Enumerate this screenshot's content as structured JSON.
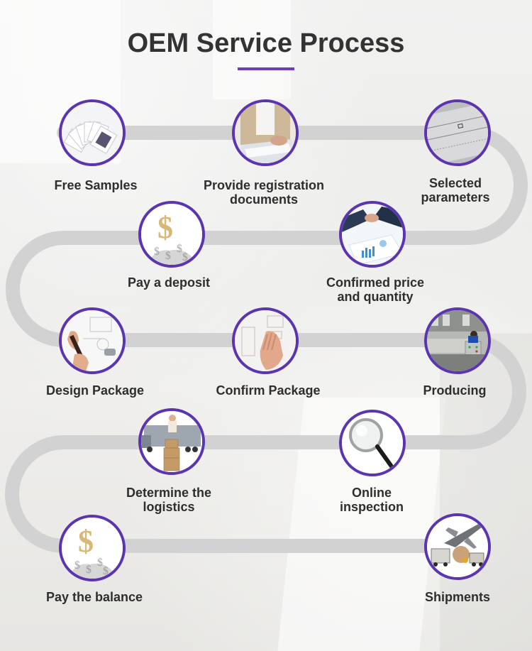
{
  "header": {
    "title": "OEM Service Process"
  },
  "colors": {
    "accent": "#5b34b0",
    "path": "#d3d2d2",
    "text": "#333333"
  },
  "steps": [
    {
      "label": "Free Samples",
      "icon": "samples-icon"
    },
    {
      "label": "Provide registration documents",
      "icon": "documents-icon"
    },
    {
      "label": "Selected parameters",
      "icon": "form-parameters-icon"
    },
    {
      "label": "Pay a deposit",
      "icon": "dollar-icon"
    },
    {
      "label": "Confirmed price and quantity",
      "icon": "handshake-icon"
    },
    {
      "label": "Design Package",
      "icon": "design-sketch-icon"
    },
    {
      "label": "Confirm Package",
      "icon": "confirm-sketch-icon"
    },
    {
      "label": "Producing",
      "icon": "factory-icon"
    },
    {
      "label": "Determine the logistics",
      "icon": "delivery-truck-icon"
    },
    {
      "label": "Online inspection",
      "icon": "magnifier-icon"
    },
    {
      "label": "Pay the balance",
      "icon": "dollar-icon"
    },
    {
      "label": "Shipments",
      "icon": "shipping-plane-icon"
    }
  ],
  "labels_split": {
    "s1": [
      "Provide registration",
      "documents"
    ],
    "s2": [
      "Selected",
      "parameters"
    ],
    "s4": [
      "Confirmed price",
      "and quantity"
    ],
    "s8": [
      "Determine the",
      "logistics"
    ],
    "s9": [
      "Online",
      "inspection"
    ]
  }
}
